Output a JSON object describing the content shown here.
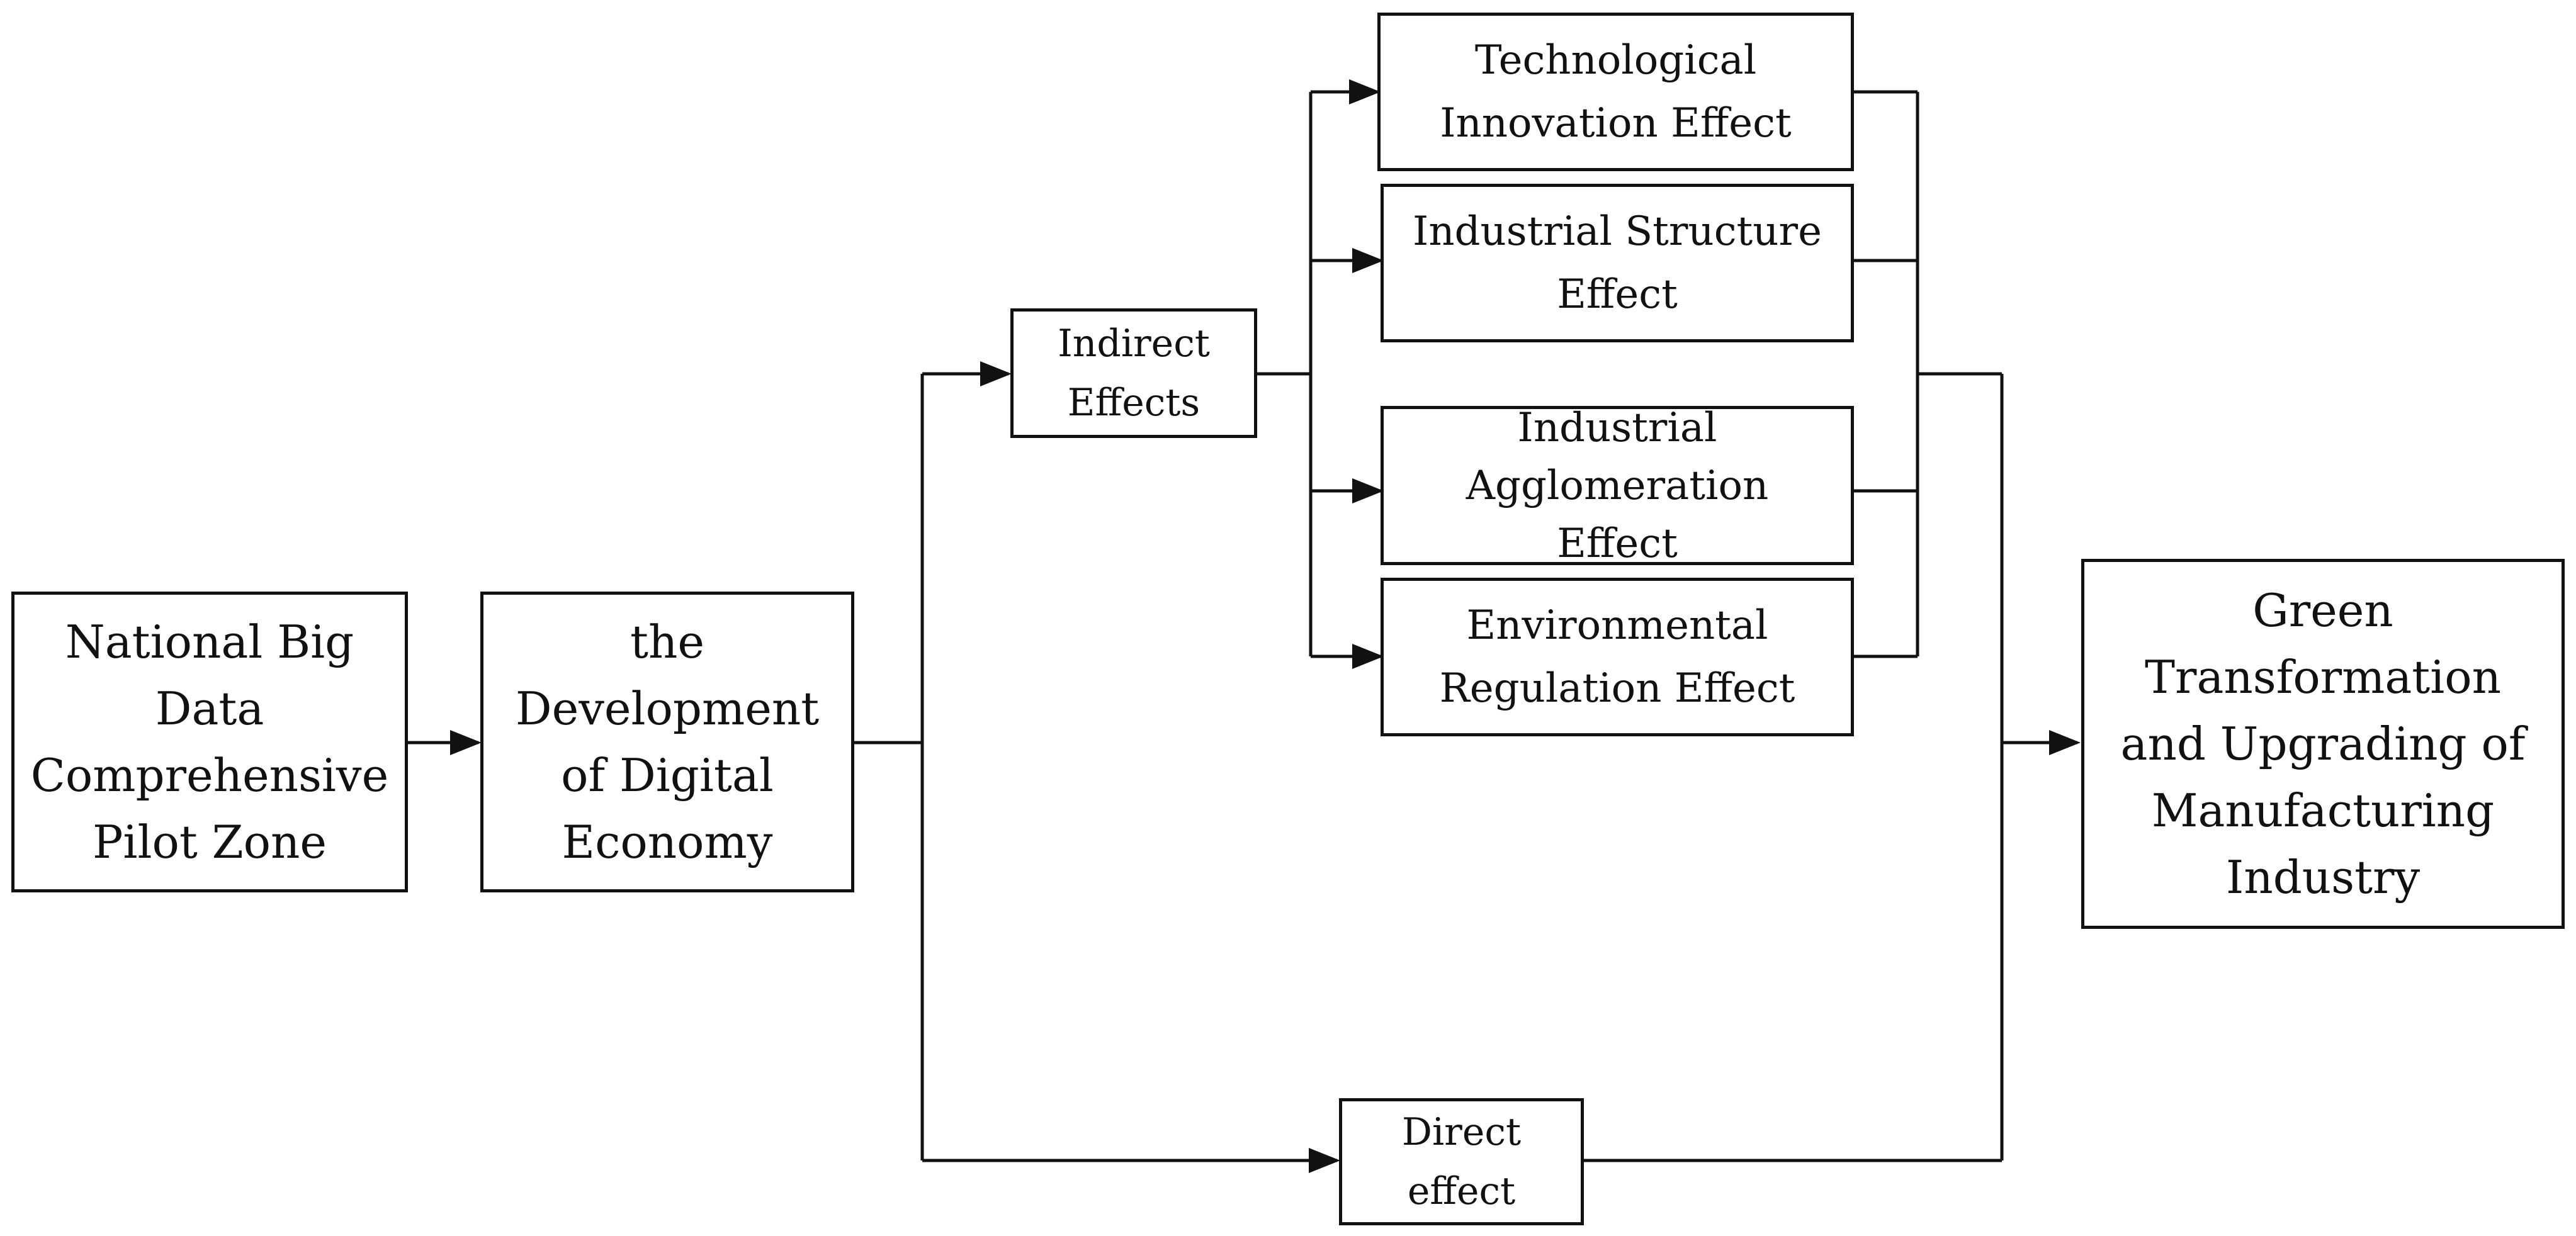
{
  "nodes": {
    "pilot_zone": "National Big\nData\nComprehensive\nPilot Zone",
    "digital_economy": "the\nDevelopment\nof Digital\nEconomy",
    "indirect_effects": "Indirect\nEffects",
    "direct_effect": "Direct\neffect",
    "technological_innovation": "Technological\nInnovation Effect",
    "industrial_structure": "Industrial Structure\nEffect",
    "industrial_agglomeration": "Industrial\nAgglomeration\nEffect",
    "environmental_regulation": "Environmental\nRegulation Effect",
    "green_transformation": "Green\nTransformation\nand Upgrading of\nManufacturing\nIndustry"
  },
  "edges": [
    {
      "from": "pilot_zone",
      "to": "digital_economy"
    },
    {
      "from": "digital_economy",
      "to": "indirect_effects"
    },
    {
      "from": "digital_economy",
      "to": "direct_effect"
    },
    {
      "from": "indirect_effects",
      "to": "technological_innovation"
    },
    {
      "from": "indirect_effects",
      "to": "industrial_structure"
    },
    {
      "from": "indirect_effects",
      "to": "industrial_agglomeration"
    },
    {
      "from": "indirect_effects",
      "to": "environmental_regulation"
    },
    {
      "from": "technological_innovation",
      "to": "green_transformation"
    },
    {
      "from": "industrial_structure",
      "to": "green_transformation"
    },
    {
      "from": "industrial_agglomeration",
      "to": "green_transformation"
    },
    {
      "from": "environmental_regulation",
      "to": "green_transformation"
    },
    {
      "from": "direct_effect",
      "to": "green_transformation"
    }
  ],
  "colors": {
    "line": "#111111",
    "box_border": "#111111",
    "background": "#ffffff"
  }
}
